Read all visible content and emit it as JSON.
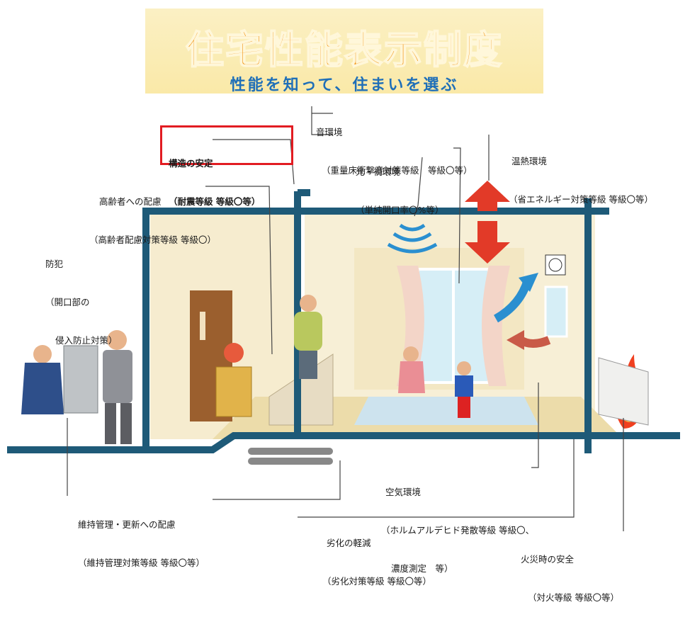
{
  "banner": {
    "title": "住宅性能表示制度",
    "subtitle": "性能を知って、住まいを選ぶ"
  },
  "labels": {
    "sound": {
      "title": "音環境",
      "detail": "（重量床衝撃音対策等級　等級〇等）"
    },
    "light": {
      "title": "光・視環境",
      "detail": "（単純開口率〇%等）"
    },
    "thermal": {
      "title": "温熱環境",
      "detail": "（省エネルギー対策等級 等級〇等）"
    },
    "structure": {
      "title": "構造の安定",
      "detail": "（耐震等級 等級〇等）"
    },
    "elderly": {
      "title": "高齢者への配慮",
      "detail": "（高齢者配慮対策等級 等級〇）"
    },
    "crime": {
      "title": "防犯",
      "detail1": "（開口部の",
      "detail2": "侵入防止対策）"
    },
    "maintenance": {
      "title": "維持管理・更新への配慮",
      "detail": "（維持管理対策等級 等級〇等）"
    },
    "deterioration": {
      "title": "劣化の軽減",
      "detail": "（劣化対策等級 等級〇等）"
    },
    "air": {
      "title": "空気環境",
      "detail1": "（ホルムアルデヒド発散等級 等級〇、",
      "detail2": "濃度測定　等）"
    },
    "fire": {
      "title": "火災時の安全",
      "detail": "（対火等級 等級〇等）"
    }
  },
  "colors": {
    "banner_title": "#f28a00",
    "banner_subtitle": "#1f6fb8",
    "house_frame": "#1e5a78",
    "highlight": "#e21c22",
    "heat_arrow": "#e23a28",
    "air_arrow": "#2a8fd0"
  }
}
